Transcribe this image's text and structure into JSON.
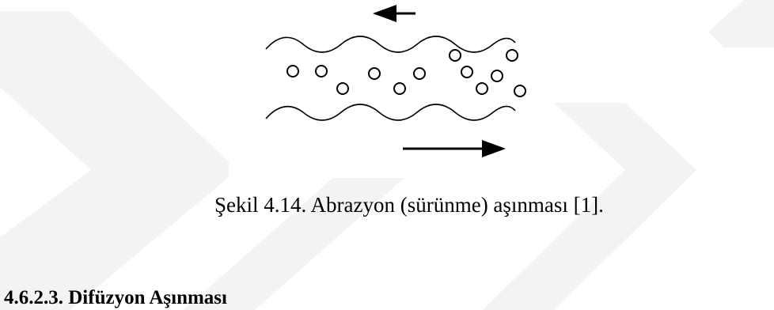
{
  "figure": {
    "caption": "Şekil 4.14. Abrazyon (sürünme) aşınması [1].",
    "top_arrow_direction": "left",
    "bottom_arrow_direction": "right"
  },
  "section": {
    "heading": "4.6.2.3. Difüzyon Aşınması"
  },
  "colors": {
    "watermark": "#f4f4f4",
    "line": "#000000",
    "background": "#ffffff"
  }
}
